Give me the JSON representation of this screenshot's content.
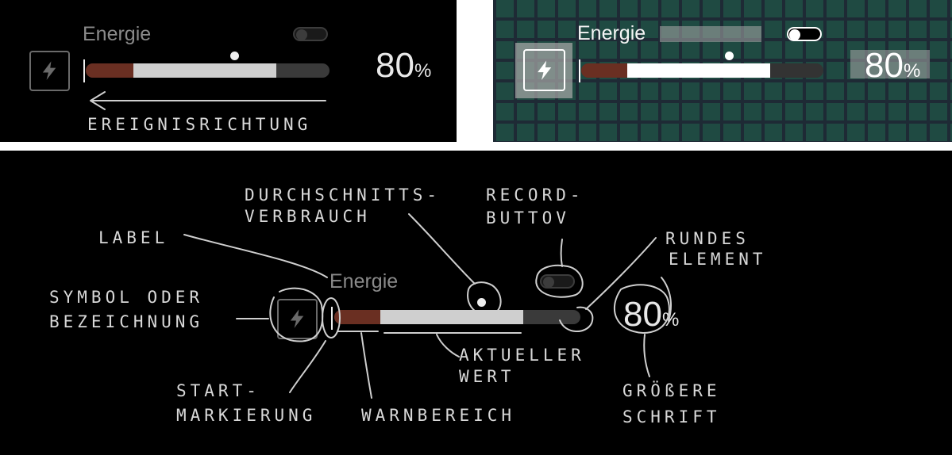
{
  "widget": {
    "label": "Energie",
    "value": "80",
    "unit": "%",
    "icon": "lightning-icon",
    "level_fraction": 0.8
  },
  "panel1": {
    "direction_label": "EREIGNISRICHTUNG"
  },
  "annotations": {
    "label": "LABEL",
    "symbol": "SYMBOL ODER BEZEICHNUNG",
    "symbol_line1": "SYMBOL ODER",
    "symbol_line2": "BEZEICHNUNG",
    "average_line1": "DURCHSCHNITTS-",
    "average_line2": "VERBRAUCH",
    "record_line1": "RECORD-",
    "record_line2": "BUTTOV",
    "round_line1": "RUNDES",
    "round_line2": "ELEMENT",
    "current_line1": "AKTUELLER",
    "current_line2": "WERT",
    "bigger_line1": "GRÖßERE",
    "bigger_line2": "SCHRIFT",
    "start_line1": "START-",
    "start_line2": "MARKIERUNG",
    "warn": "WARNBEREICH"
  },
  "colors": {
    "background": "#000000",
    "warn_area": "#6a2f22",
    "current_value": "#cfcfcf",
    "track": "#3a3a3a",
    "label_gray": "#8a8a8a",
    "map_grid": "#1f4a42"
  }
}
